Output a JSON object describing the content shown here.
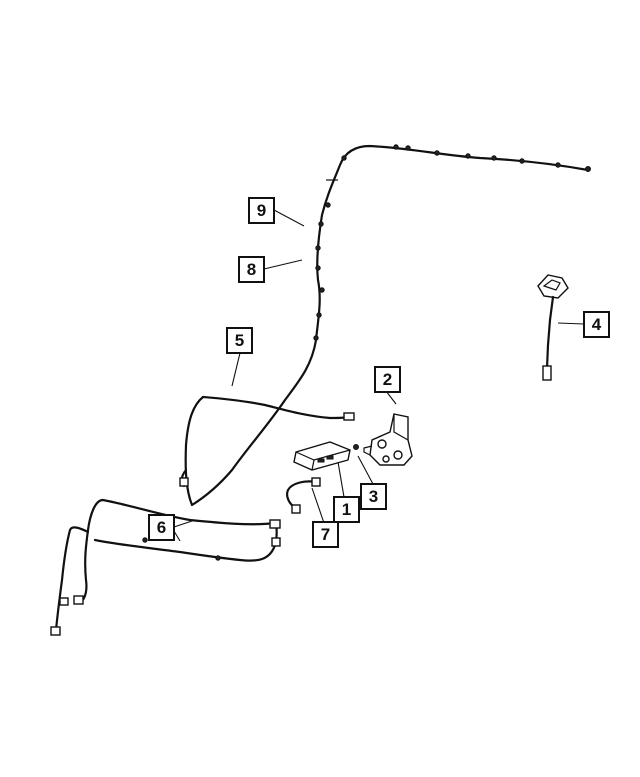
{
  "callouts": [
    {
      "id": "1",
      "text": "1"
    },
    {
      "id": "2",
      "text": "2"
    },
    {
      "id": "3",
      "text": "3"
    },
    {
      "id": "4",
      "text": "4"
    },
    {
      "id": "5",
      "text": "5"
    },
    {
      "id": "6",
      "text": "6"
    },
    {
      "id": "7",
      "text": "7"
    },
    {
      "id": "8",
      "text": "8"
    },
    {
      "id": "9",
      "text": "9"
    }
  ],
  "colors": {
    "line": "#111111",
    "background": "#ffffff"
  }
}
